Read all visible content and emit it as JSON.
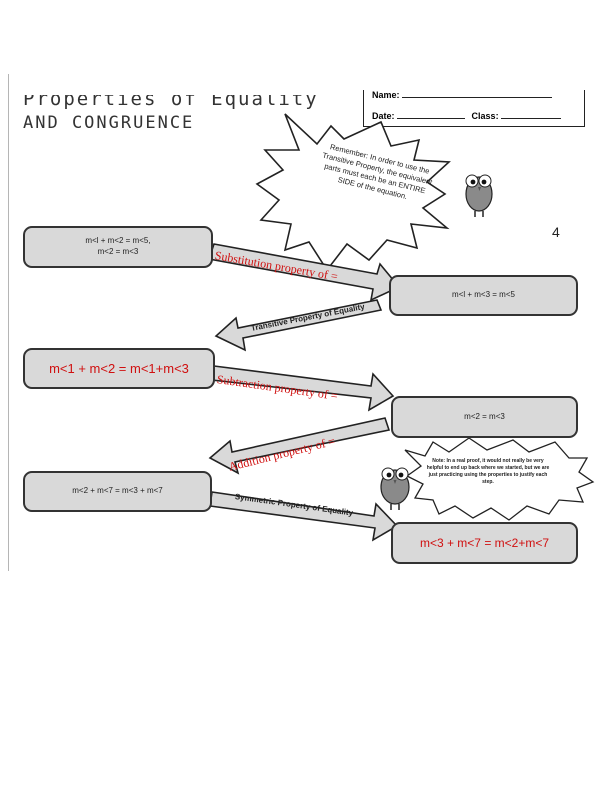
{
  "header": {
    "title_line1_partial": "Properties of Equality",
    "title_line2": "and Congruence",
    "name_label": "Name:",
    "date_label": "Date:",
    "class_label": "Class:"
  },
  "page_number": "4",
  "remember_note": "Remember: In order to use the Transitive Property, the equivalent parts must each be an ENTIRE SIDE of the equation.",
  "proof_note": "Note: In a real proof, it would not really be very helpful to end up back where we started, but we are just practicing using the properties to justify each step.",
  "statements": {
    "s1_line1": "m<l + m<2 = m<5,",
    "s1_line2": "m<2 = m<3",
    "s2": "m<l + m<3 = m<5",
    "s3_answer": "m<1 + m<2 = m<1+m<3",
    "s4": "m<2 = m<3",
    "s5": "m<2 + m<7 = m<3 + m<7",
    "s6_answer": "m<3 + m<7 = m<2+m<7"
  },
  "reasons": {
    "r1_answer": "Substitution property of =",
    "r2": "Transitive Property of Equality",
    "r3_answer": "Subtraction property of =",
    "r4_answer": "Addition property of =",
    "r5": "Symmetric Property of Equality"
  },
  "colors": {
    "answer_red": "#d01010",
    "box_fill": "#d9d9d9",
    "arrow_fill": "#d9d9d9",
    "outline": "#333333"
  }
}
